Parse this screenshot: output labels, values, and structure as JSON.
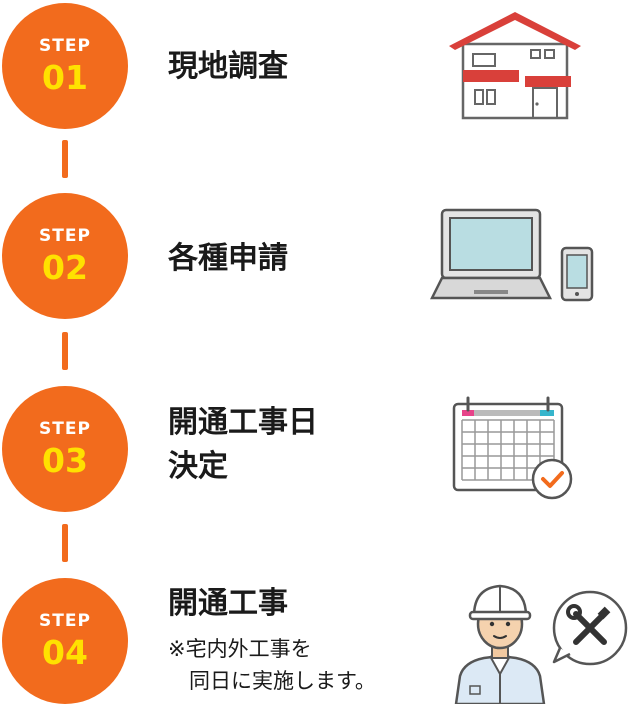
{
  "steps": [
    {
      "label": "STEP",
      "number": "01",
      "title": "現地調査",
      "icon": "house-icon"
    },
    {
      "label": "STEP",
      "number": "02",
      "title": "各種申請",
      "icon": "laptop-phone-icon"
    },
    {
      "label": "STEP",
      "number": "03",
      "title": "開通工事日\n決定",
      "icon": "calendar-check-icon"
    },
    {
      "label": "STEP",
      "number": "04",
      "title": "開通工事",
      "note": "※宅内外工事を\n　同日に実施します。",
      "icon": "worker-tools-icon"
    }
  ],
  "colors": {
    "accent": "#f26b1d",
    "number": "#ffe100",
    "text": "#1a1a1a",
    "roof": "#d9403a"
  }
}
